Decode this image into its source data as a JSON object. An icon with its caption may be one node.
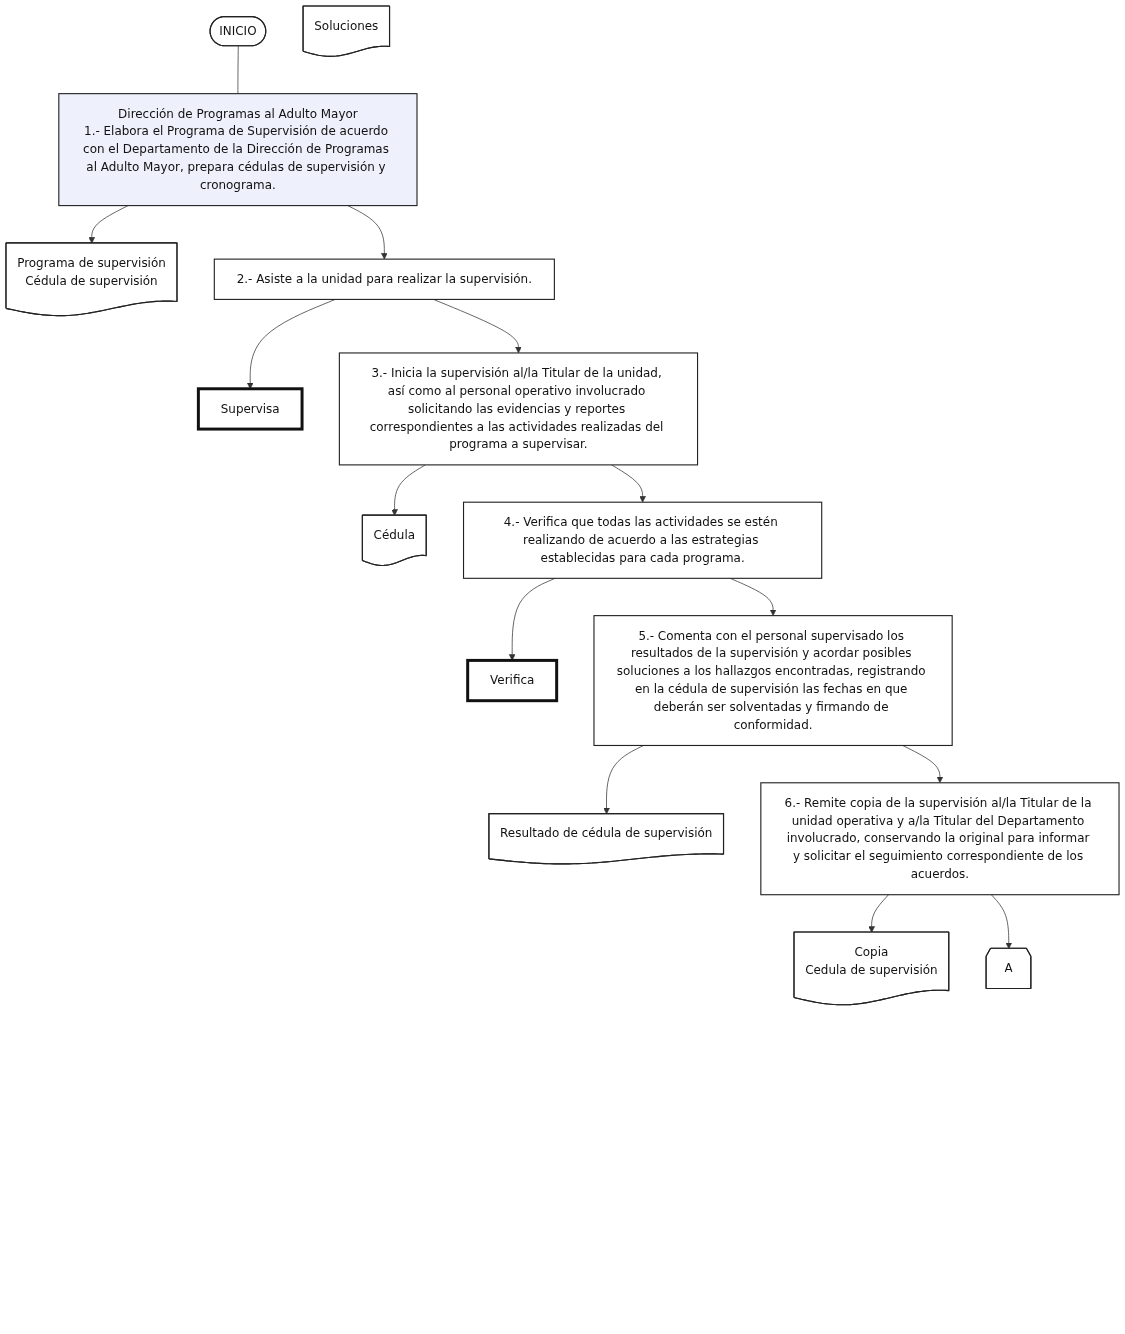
{
  "diagram": {
    "nodes": [
      {
        "text": [
          "INICIO"
        ]
      },
      {
        "text": [
          "Dirección de Programas al Adulto Mayor",
          "1.- Elabora el Programa de Supervisión de acuerdo con el Departamento de la Dirección de Programas al Adulto Mayor, prepara cédulas de supervisión y cronograma."
        ]
      },
      {
        "text": [
          "Programa de supervisión",
          "Cédula de supervisión"
        ]
      },
      {
        "text": [
          "2.- Asiste a la unidad para realizar la supervisión."
        ]
      },
      {
        "text": [
          "Supervisa"
        ]
      },
      {
        "text": [
          "3.- Inicia la supervisión al/la Titular de la unidad, así como al personal operativo involucrado solicitando las evidencias y reportes correspondientes a las actividades realizadas del programa a supervisar."
        ]
      },
      {
        "text": [
          "Cédula"
        ]
      },
      {
        "text": [
          "4.- Verifica que todas las actividades se estén realizando de acuerdo a las estrategias establecidas para cada programa."
        ]
      },
      {
        "text": [
          "Verifica"
        ]
      },
      {
        "text": [
          "5.- Comenta con el personal supervisado los resultados de la supervisión y acordar posibles soluciones a los hallazgos encontradas, registrando en la cédula de supervisión las fechas en que deberán ser solventadas y firmando de conformidad."
        ]
      },
      {
        "text": [
          "Resultado de cédula de supervisión"
        ]
      },
      {
        "text": [
          "Soluciones"
        ]
      },
      {
        "text": [
          "6.- Remite copia de la supervisión al/la Titular de la unidad operativa y a/la Titular del Departamento involucrado, conservando la original para informar y solicitar el seguimiento correspondiente de los acuerdos."
        ]
      },
      {
        "text": [
          "Copia",
          "Cedula de supervisión"
        ]
      },
      {
        "text": [
          "A"
        ]
      }
    ],
    "edges": [
      {
        "from": 0,
        "to": 1,
        "arrow": "none"
      },
      {
        "from": 1,
        "to": 2,
        "arrow": "to"
      },
      {
        "from": 1,
        "to": 3,
        "arrow": "to"
      },
      {
        "from": 3,
        "to": 4,
        "arrow": "to"
      },
      {
        "from": 3,
        "to": 5,
        "arrow": "to"
      },
      {
        "from": 5,
        "to": 6,
        "arrow": "to"
      },
      {
        "from": 5,
        "to": 7,
        "arrow": "to"
      },
      {
        "from": 7,
        "to": 8,
        "arrow": "to"
      },
      {
        "from": 7,
        "to": 9,
        "arrow": "to"
      },
      {
        "from": 9,
        "to": 10,
        "arrow": "to"
      },
      {
        "from": 9,
        "to": 12,
        "arrow": "to"
      },
      {
        "from": 12,
        "to": 13,
        "arrow": "to"
      },
      {
        "from": 12,
        "to": 14,
        "arrow": "to"
      }
    ]
  }
}
